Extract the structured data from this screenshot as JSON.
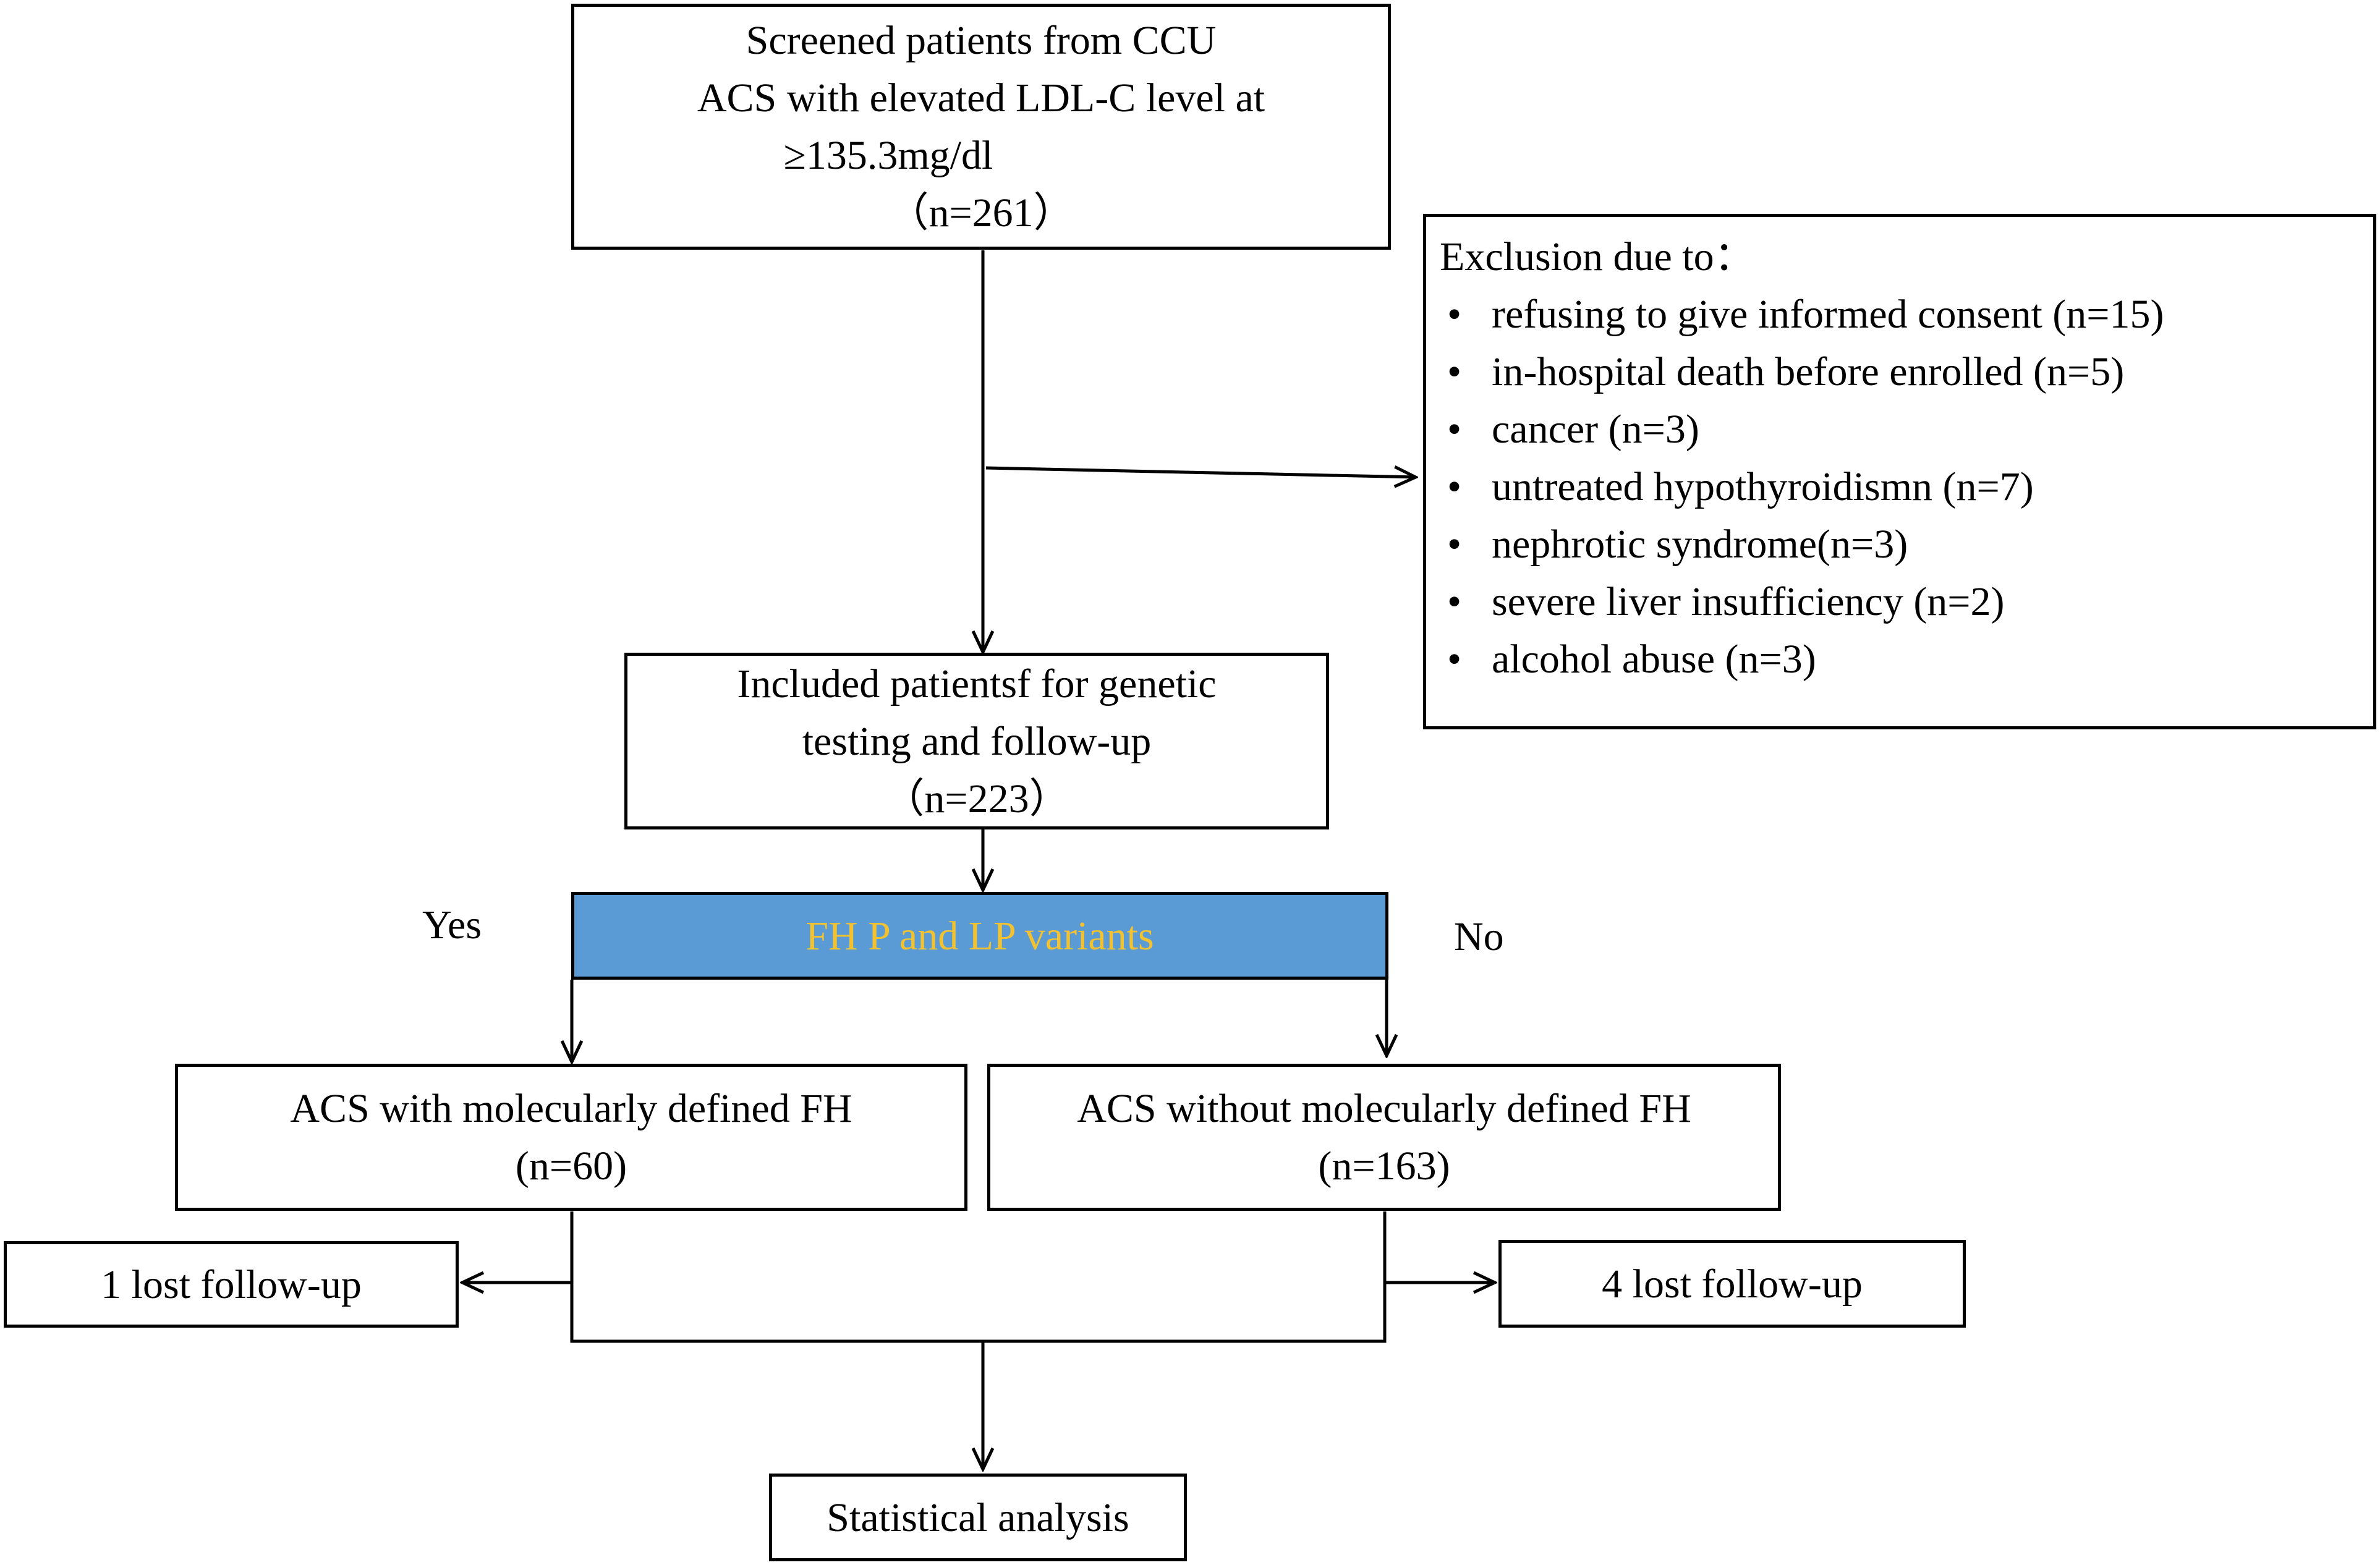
{
  "screened": {
    "line1": "Screened patients from CCU",
    "line2": "ACS with elevated LDL-C level at",
    "line3": "≥135.3mg/dl",
    "line4": "（n=261）"
  },
  "exclusion": {
    "title": "Exclusion due to：",
    "items": [
      "refusing to give informed consent (n=15)",
      "in-hospital death before enrolled (n=5)",
      "cancer (n=3)",
      "untreated hypothyroidismn (n=7)",
      "nephrotic syndrome(n=3)",
      "severe liver insufficiency (n=2)",
      "alcohol abuse (n=3)"
    ]
  },
  "included": {
    "line1": "Included patientsf for genetic",
    "line2": "testing and follow-up",
    "line3": "（n=223）"
  },
  "decision": {
    "label": "FH P and LP variants",
    "yes": "Yes",
    "no": "No",
    "fill_color": "#5b9bd5",
    "text_color": "#f2c230"
  },
  "with_fh": {
    "line1": "ACS with molecularly defined FH",
    "line2": "(n=60)"
  },
  "without_fh": {
    "line1": "ACS without molecularly defined FH",
    "line2": "(n=163)"
  },
  "lost_left": "1 lost follow-up",
  "lost_right": "4 lost follow-up",
  "analysis": "Statistical analysis"
}
